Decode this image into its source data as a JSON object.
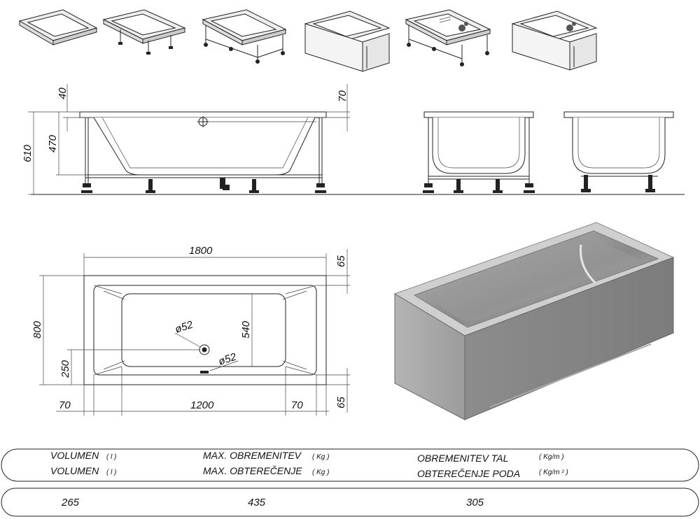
{
  "dimensions": {
    "side_top_rim": "40",
    "side_total_height": "610",
    "side_inner_depth": "470",
    "side_right_rim": "70",
    "plan_length": "1800",
    "plan_width": "800",
    "plan_right_top_margin": "65",
    "plan_right_bottom_margin": "65",
    "plan_inner_width": "540",
    "plan_drain_offset": "250",
    "plan_left_margin": "70",
    "plan_inner_length": "1200",
    "plan_right_margin": "70",
    "drain_diameter": "ø52",
    "overflow_diameter": "ø52"
  },
  "table": {
    "col1_label_1": "VOLUMEN",
    "col1_unit_1": "( l )",
    "col1_label_2": "VOLUMEN",
    "col1_unit_2": "( l )",
    "col2_label_1": "MAX.  OBREMENITEV",
    "col2_unit_1": "( Kg )",
    "col2_label_2": "MAX.  OBTEREČENJE",
    "col2_unit_2": "( Kg )",
    "col3_label_1": "OBREMENITEV  TAL",
    "col3_unit_1": "( Kg/m  )",
    "col3_label_2": "OBTEREČENJE  PODA",
    "col3_unit_2": "( Kg/m ² )",
    "value_volume": "265",
    "value_max_load": "435",
    "value_floor_load": "305"
  }
}
